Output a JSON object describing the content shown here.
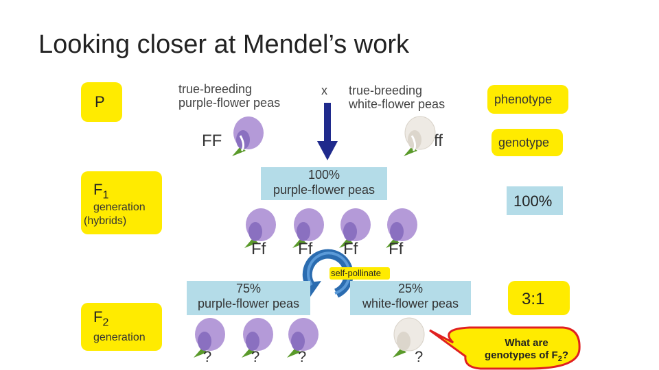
{
  "title": "Looking closer at Mendel’s work",
  "P": {
    "label": "P",
    "parent1": [
      "true-breeding",
      "purple-flower peas"
    ],
    "cross": "x",
    "parent2": [
      "true-breeding",
      "white-flower peas"
    ],
    "genotype1": "FF",
    "genotype2": "ff"
  },
  "side": {
    "phenotype": "phenotype",
    "genotype": "genotype",
    "f1_ratio": "100%",
    "f2_ratio": "3:1"
  },
  "F1": {
    "label": "F",
    "sub": "1",
    "gen1": "generation",
    "gen2": "(hybrids)",
    "result": [
      "100%",
      "purple-flower peas"
    ],
    "genotypes": [
      "Ff",
      "Ff",
      "Ff",
      "Ff"
    ],
    "self_pollinate": "self-pollinate"
  },
  "F2": {
    "label": "F",
    "sub": "2",
    "gen1": "generation",
    "purple": [
      "75%",
      "purple-flower peas"
    ],
    "white": [
      "25%",
      "white-flower peas"
    ],
    "unknown": [
      "?",
      "?",
      "?",
      "?"
    ]
  },
  "callout": {
    "line1": "What are",
    "line2": "genotypes of F",
    "sub": "2",
    "end": "?"
  },
  "colors": {
    "yellow": "#ffeb00",
    "blue": "#b4dce8",
    "arrow": "#1f2a8c",
    "cycle": "#2b6cb0",
    "callout": "#e02020"
  }
}
